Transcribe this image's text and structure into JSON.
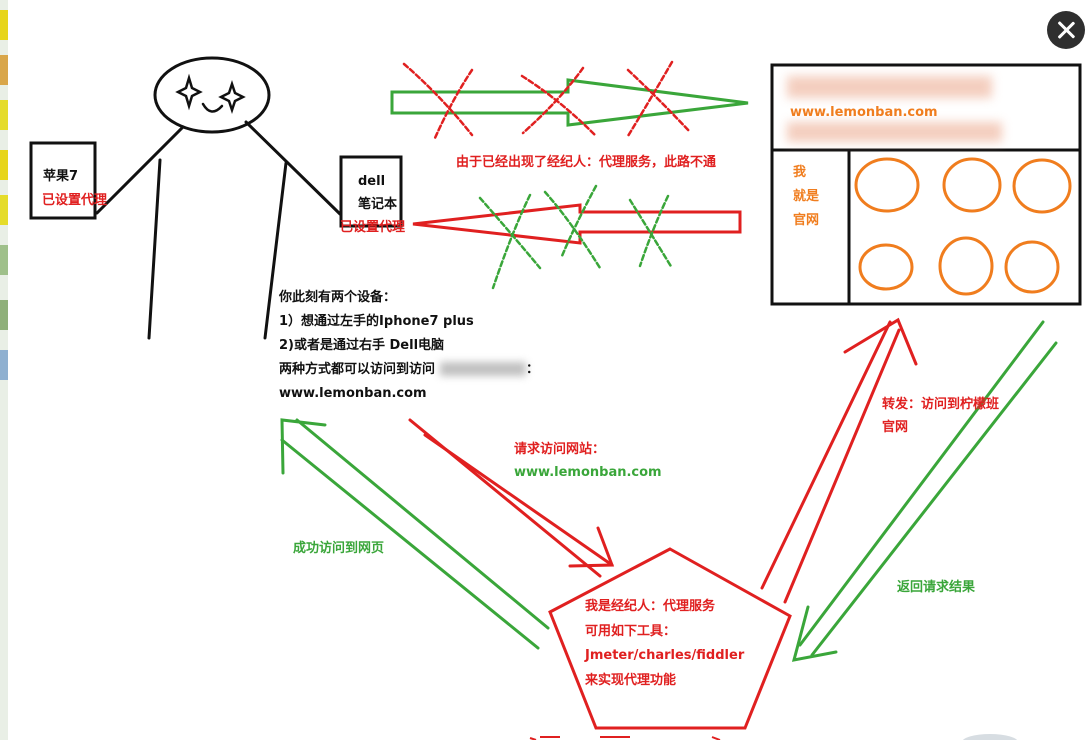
{
  "viewer": {
    "close_icon": "close-icon"
  },
  "diagram": {
    "left_device": {
      "name": "苹果7",
      "status": "已设置代理"
    },
    "right_device": {
      "name_line1": "dell",
      "name_line2": "笔记本",
      "status": "已设置代理"
    },
    "description": {
      "line1": "你此刻有两个设备：",
      "line2": "1）想通过左手的Iphone7 plus",
      "line3": "2)或者是通过右手 Dell电脑",
      "line4_prefix": "两种方式都可以访问到访问",
      "line4_suffix": "：",
      "line5": "www.lemonban.com"
    },
    "blocked_note": "由于已经出现了经纪人：代理服务，此路不通",
    "website_box": {
      "url": "www.lemonban.com",
      "side_line1": "我",
      "side_line2": "就是",
      "side_line3": "官网"
    },
    "request_label": {
      "line1": "请求访问网站：",
      "line2": "www.lemonban.com"
    },
    "success_label": "成功访问到网页",
    "forward_label": {
      "line1": "转发：访问到柠檬班",
      "line2": "官网"
    },
    "return_label": "返回请求结果",
    "proxy": {
      "line1": "我是经纪人：代理服务",
      "line2": "可用如下工具：",
      "line3": "Jmeter/charles/fiddler",
      "line4": "来实现代理功能"
    }
  },
  "colors": {
    "stroke": "#111111",
    "red": "#e02020",
    "green": "#3aa63a",
    "orange": "#f07d1e"
  }
}
